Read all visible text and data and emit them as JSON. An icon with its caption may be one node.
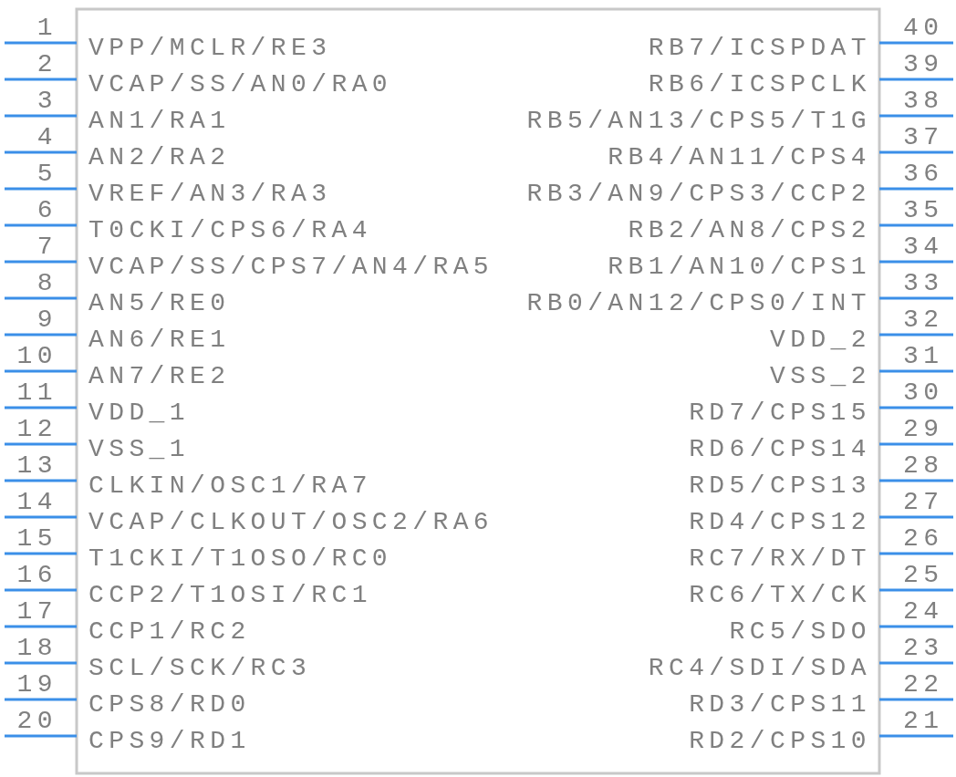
{
  "diagram": {
    "labels": [
      "1",
      "VPP/MCLR/RE3",
      "2",
      "VCAP/SS/AN0/RA0",
      "3",
      "AN1/RA1",
      "4",
      "AN2/RA2",
      "5",
      "VREF/AN3/RA3",
      "6",
      "T0CKI/CPS6/RA4",
      "7",
      "VCAP/SS/CPS7/AN4/RA5",
      "8",
      "AN5/RE0",
      "9",
      "AN6/RE1",
      "10",
      "AN7/RE2",
      "11",
      "VDD_1",
      "12",
      "VSS_1",
      "13",
      "CLKIN/OSC1/RA7",
      "14",
      "VCAP/CLKOUT/OSC2/RA6",
      "15",
      "T1CKI/T1OSO/RC0",
      "16",
      "CCP2/T1OSI/RC1",
      "17",
      "CCP1/RC2",
      "18",
      "SCL/SCK/RC3",
      "19",
      "CPS8/RD0",
      "20",
      "CPS9/RD1",
      "RB7/ICSPDAT",
      "40",
      "RB6/ICSPCLK",
      "39",
      "RB5/AN13/CPS5/T1G",
      "38",
      "RB4/AN11/CPS4",
      "37",
      "RB3/AN9/CPS3/CCP2",
      "36",
      "RB2/AN8/CPS2",
      "35",
      "RB1/AN10/CPS1",
      "34",
      "RB0/AN12/CPS0/INT",
      "33",
      "VDD_2",
      "32",
      "VSS_2",
      "31",
      "RD7/CPS15",
      "30",
      "RD6/CPS14",
      "29",
      "RD5/CPS13",
      "28",
      "RD4/CPS12",
      "27",
      "RC7/RX/DT",
      "26",
      "RC6/TX/CK",
      "25",
      "RC5/SDO",
      "24",
      "RC4/SDI/SDA",
      "23",
      "RD3/CPS11",
      "22",
      "RD2/CPS10",
      "21"
    ]
  }
}
